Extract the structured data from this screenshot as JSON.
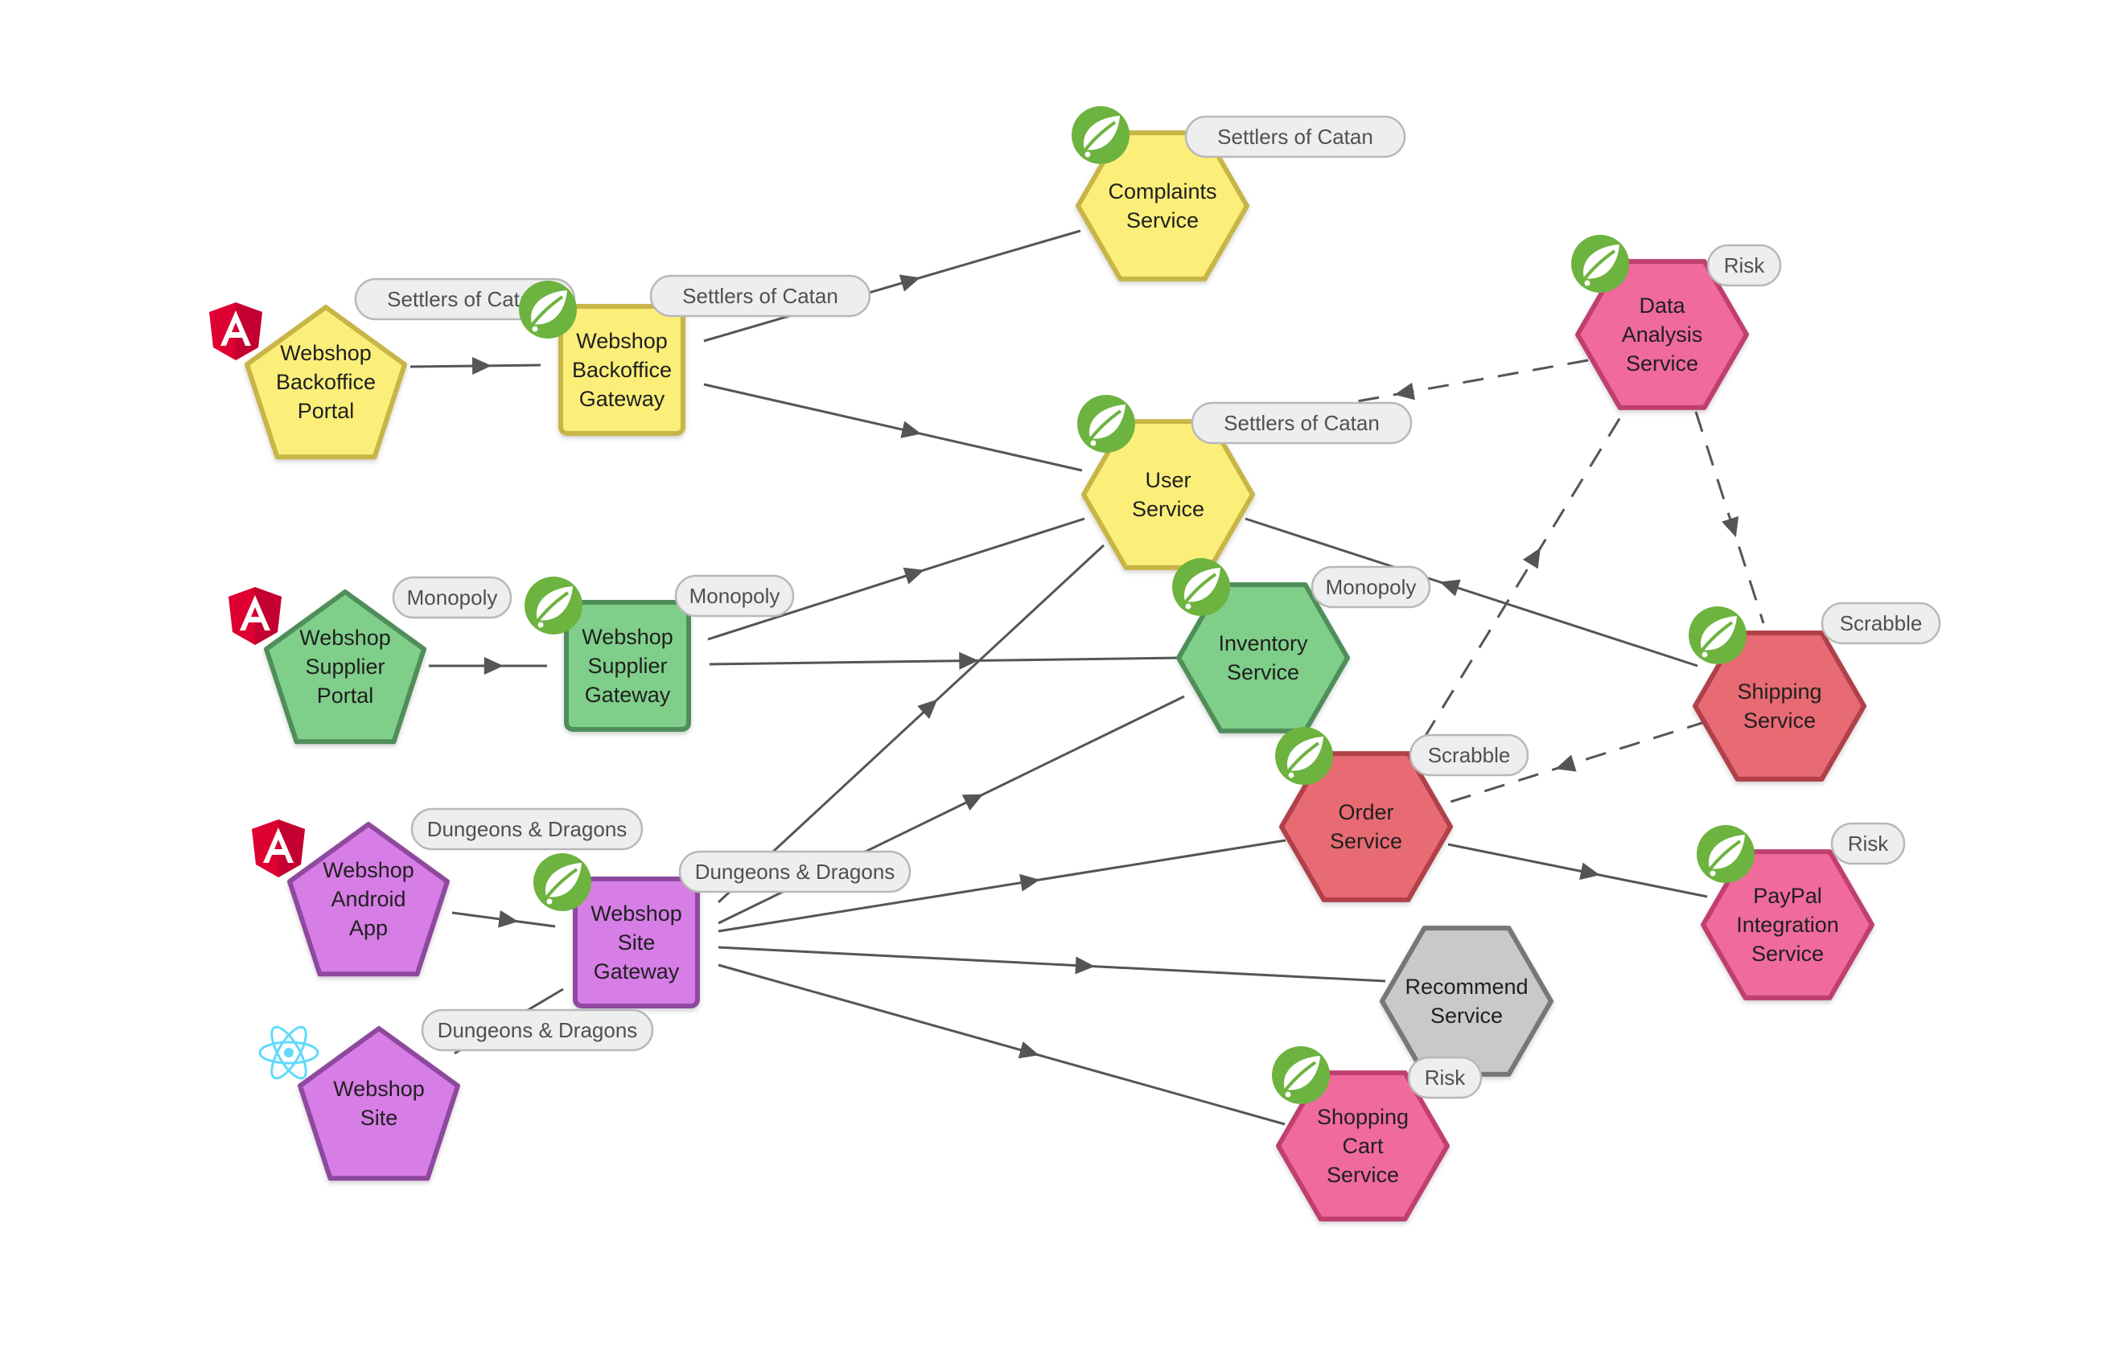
{
  "colors": {
    "yellow": {
      "fill": "#fbef7a",
      "stroke": "#c7b547"
    },
    "green": {
      "fill": "#7fcf8a",
      "stroke": "#4f8e5a"
    },
    "purple": {
      "fill": "#d77de6",
      "stroke": "#8e4a9e"
    },
    "red": {
      "fill": "#e86a72",
      "stroke": "#b04148"
    },
    "pink": {
      "fill": "#f06a9c",
      "stroke": "#bf3f70"
    },
    "gray": {
      "fill": "#c9c9c9",
      "stroke": "#777777"
    },
    "edge": "#555555",
    "spring": "#6db33f",
    "angular": "#dd0031",
    "react": "#61dafb"
  },
  "nodes": [
    {
      "id": "backoffice-portal",
      "lines": [
        "Webshop",
        "Backoffice",
        "Portal"
      ],
      "shape": "pentagon",
      "color": "yellow",
      "icon": "angular-icon",
      "tag": "Settlers of Catan"
    },
    {
      "id": "backoffice-gateway",
      "lines": [
        "Webshop",
        "Backoffice",
        "Gateway"
      ],
      "shape": "square",
      "color": "yellow",
      "icon": "spring-icon",
      "tag": "Settlers of Catan"
    },
    {
      "id": "complaints-service",
      "lines": [
        "Complaints",
        "Service"
      ],
      "shape": "hexagon",
      "color": "yellow",
      "icon": "spring-icon",
      "tag": "Settlers of Catan"
    },
    {
      "id": "user-service",
      "lines": [
        "User",
        "Service"
      ],
      "shape": "hexagon",
      "color": "yellow",
      "icon": "spring-icon",
      "tag": "Settlers of Catan"
    },
    {
      "id": "supplier-portal",
      "lines": [
        "Webshop",
        "Supplier",
        "Portal"
      ],
      "shape": "pentagon",
      "color": "green",
      "icon": "angular-icon",
      "tag": "Monopoly"
    },
    {
      "id": "supplier-gateway",
      "lines": [
        "Webshop",
        "Supplier",
        "Gateway"
      ],
      "shape": "square",
      "color": "green",
      "icon": "spring-icon",
      "tag": "Monopoly"
    },
    {
      "id": "inventory-service",
      "lines": [
        "Inventory",
        "Service"
      ],
      "shape": "hexagon",
      "color": "green",
      "icon": "spring-icon",
      "tag": "Monopoly"
    },
    {
      "id": "android-app",
      "lines": [
        "Webshop",
        "Android",
        "App"
      ],
      "shape": "pentagon",
      "color": "purple",
      "icon": "angular-icon",
      "tag": "Dungeons & Dragons"
    },
    {
      "id": "site-gateway",
      "lines": [
        "Webshop",
        "Site",
        "Gateway"
      ],
      "shape": "square",
      "color": "purple",
      "icon": "spring-icon",
      "tag": "Dungeons & Dragons"
    },
    {
      "id": "webshop-site",
      "lines": [
        "Webshop",
        "Site"
      ],
      "shape": "pentagon",
      "color": "purple",
      "icon": "react-icon",
      "tag": "Dungeons & Dragons"
    },
    {
      "id": "data-analysis",
      "lines": [
        "Data",
        "Analysis",
        "Service"
      ],
      "shape": "hexagon",
      "color": "pink",
      "icon": "spring-icon",
      "tag": "Risk"
    },
    {
      "id": "shipping-service",
      "lines": [
        "Shipping",
        "Service"
      ],
      "shape": "hexagon",
      "color": "red",
      "icon": "spring-icon",
      "tag": "Scrabble"
    },
    {
      "id": "order-service",
      "lines": [
        "Order",
        "Service"
      ],
      "shape": "hexagon",
      "color": "red",
      "icon": "spring-icon",
      "tag": "Scrabble"
    },
    {
      "id": "paypal-service",
      "lines": [
        "PayPal",
        "Integration",
        "Service"
      ],
      "shape": "hexagon",
      "color": "pink",
      "icon": "spring-icon",
      "tag": "Risk"
    },
    {
      "id": "recommend-service",
      "lines": [
        "Recommend",
        "Service"
      ],
      "shape": "hexagon",
      "color": "gray",
      "icon": "",
      "tag": ""
    },
    {
      "id": "shopping-cart",
      "lines": [
        "Shopping",
        "Cart",
        "Service"
      ],
      "shape": "hexagon",
      "color": "pink",
      "icon": "spring-icon",
      "tag": "Risk"
    }
  ],
  "edges": [
    {
      "from": "backoffice-portal",
      "to": "backoffice-gateway",
      "style": "solid"
    },
    {
      "from": "backoffice-gateway",
      "to": "complaints-service",
      "style": "solid"
    },
    {
      "from": "backoffice-gateway",
      "to": "user-service",
      "style": "solid"
    },
    {
      "from": "supplier-portal",
      "to": "supplier-gateway",
      "style": "solid"
    },
    {
      "from": "supplier-gateway",
      "to": "user-service",
      "style": "solid"
    },
    {
      "from": "supplier-gateway",
      "to": "inventory-service",
      "style": "solid"
    },
    {
      "from": "android-app",
      "to": "site-gateway",
      "style": "solid"
    },
    {
      "from": "webshop-site",
      "to": "site-gateway",
      "style": "solid"
    },
    {
      "from": "site-gateway",
      "to": "user-service",
      "style": "solid"
    },
    {
      "from": "site-gateway",
      "to": "inventory-service",
      "style": "solid"
    },
    {
      "from": "site-gateway",
      "to": "order-service",
      "style": "solid"
    },
    {
      "from": "site-gateway",
      "to": "recommend-service",
      "style": "solid"
    },
    {
      "from": "site-gateway",
      "to": "shopping-cart",
      "style": "solid"
    },
    {
      "from": "shipping-service",
      "to": "user-service",
      "style": "solid"
    },
    {
      "from": "inventory-service",
      "to": "order-service",
      "style": "solid"
    },
    {
      "from": "order-service",
      "to": "paypal-service",
      "style": "solid"
    },
    {
      "from": "data-analysis",
      "to": "user-service",
      "style": "dashed"
    },
    {
      "from": "data-analysis",
      "to": "shipping-service",
      "style": "dashed"
    },
    {
      "from": "order-service",
      "to": "data-analysis",
      "style": "dashed"
    },
    {
      "from": "shipping-service",
      "to": "order-service",
      "style": "dashed"
    }
  ]
}
